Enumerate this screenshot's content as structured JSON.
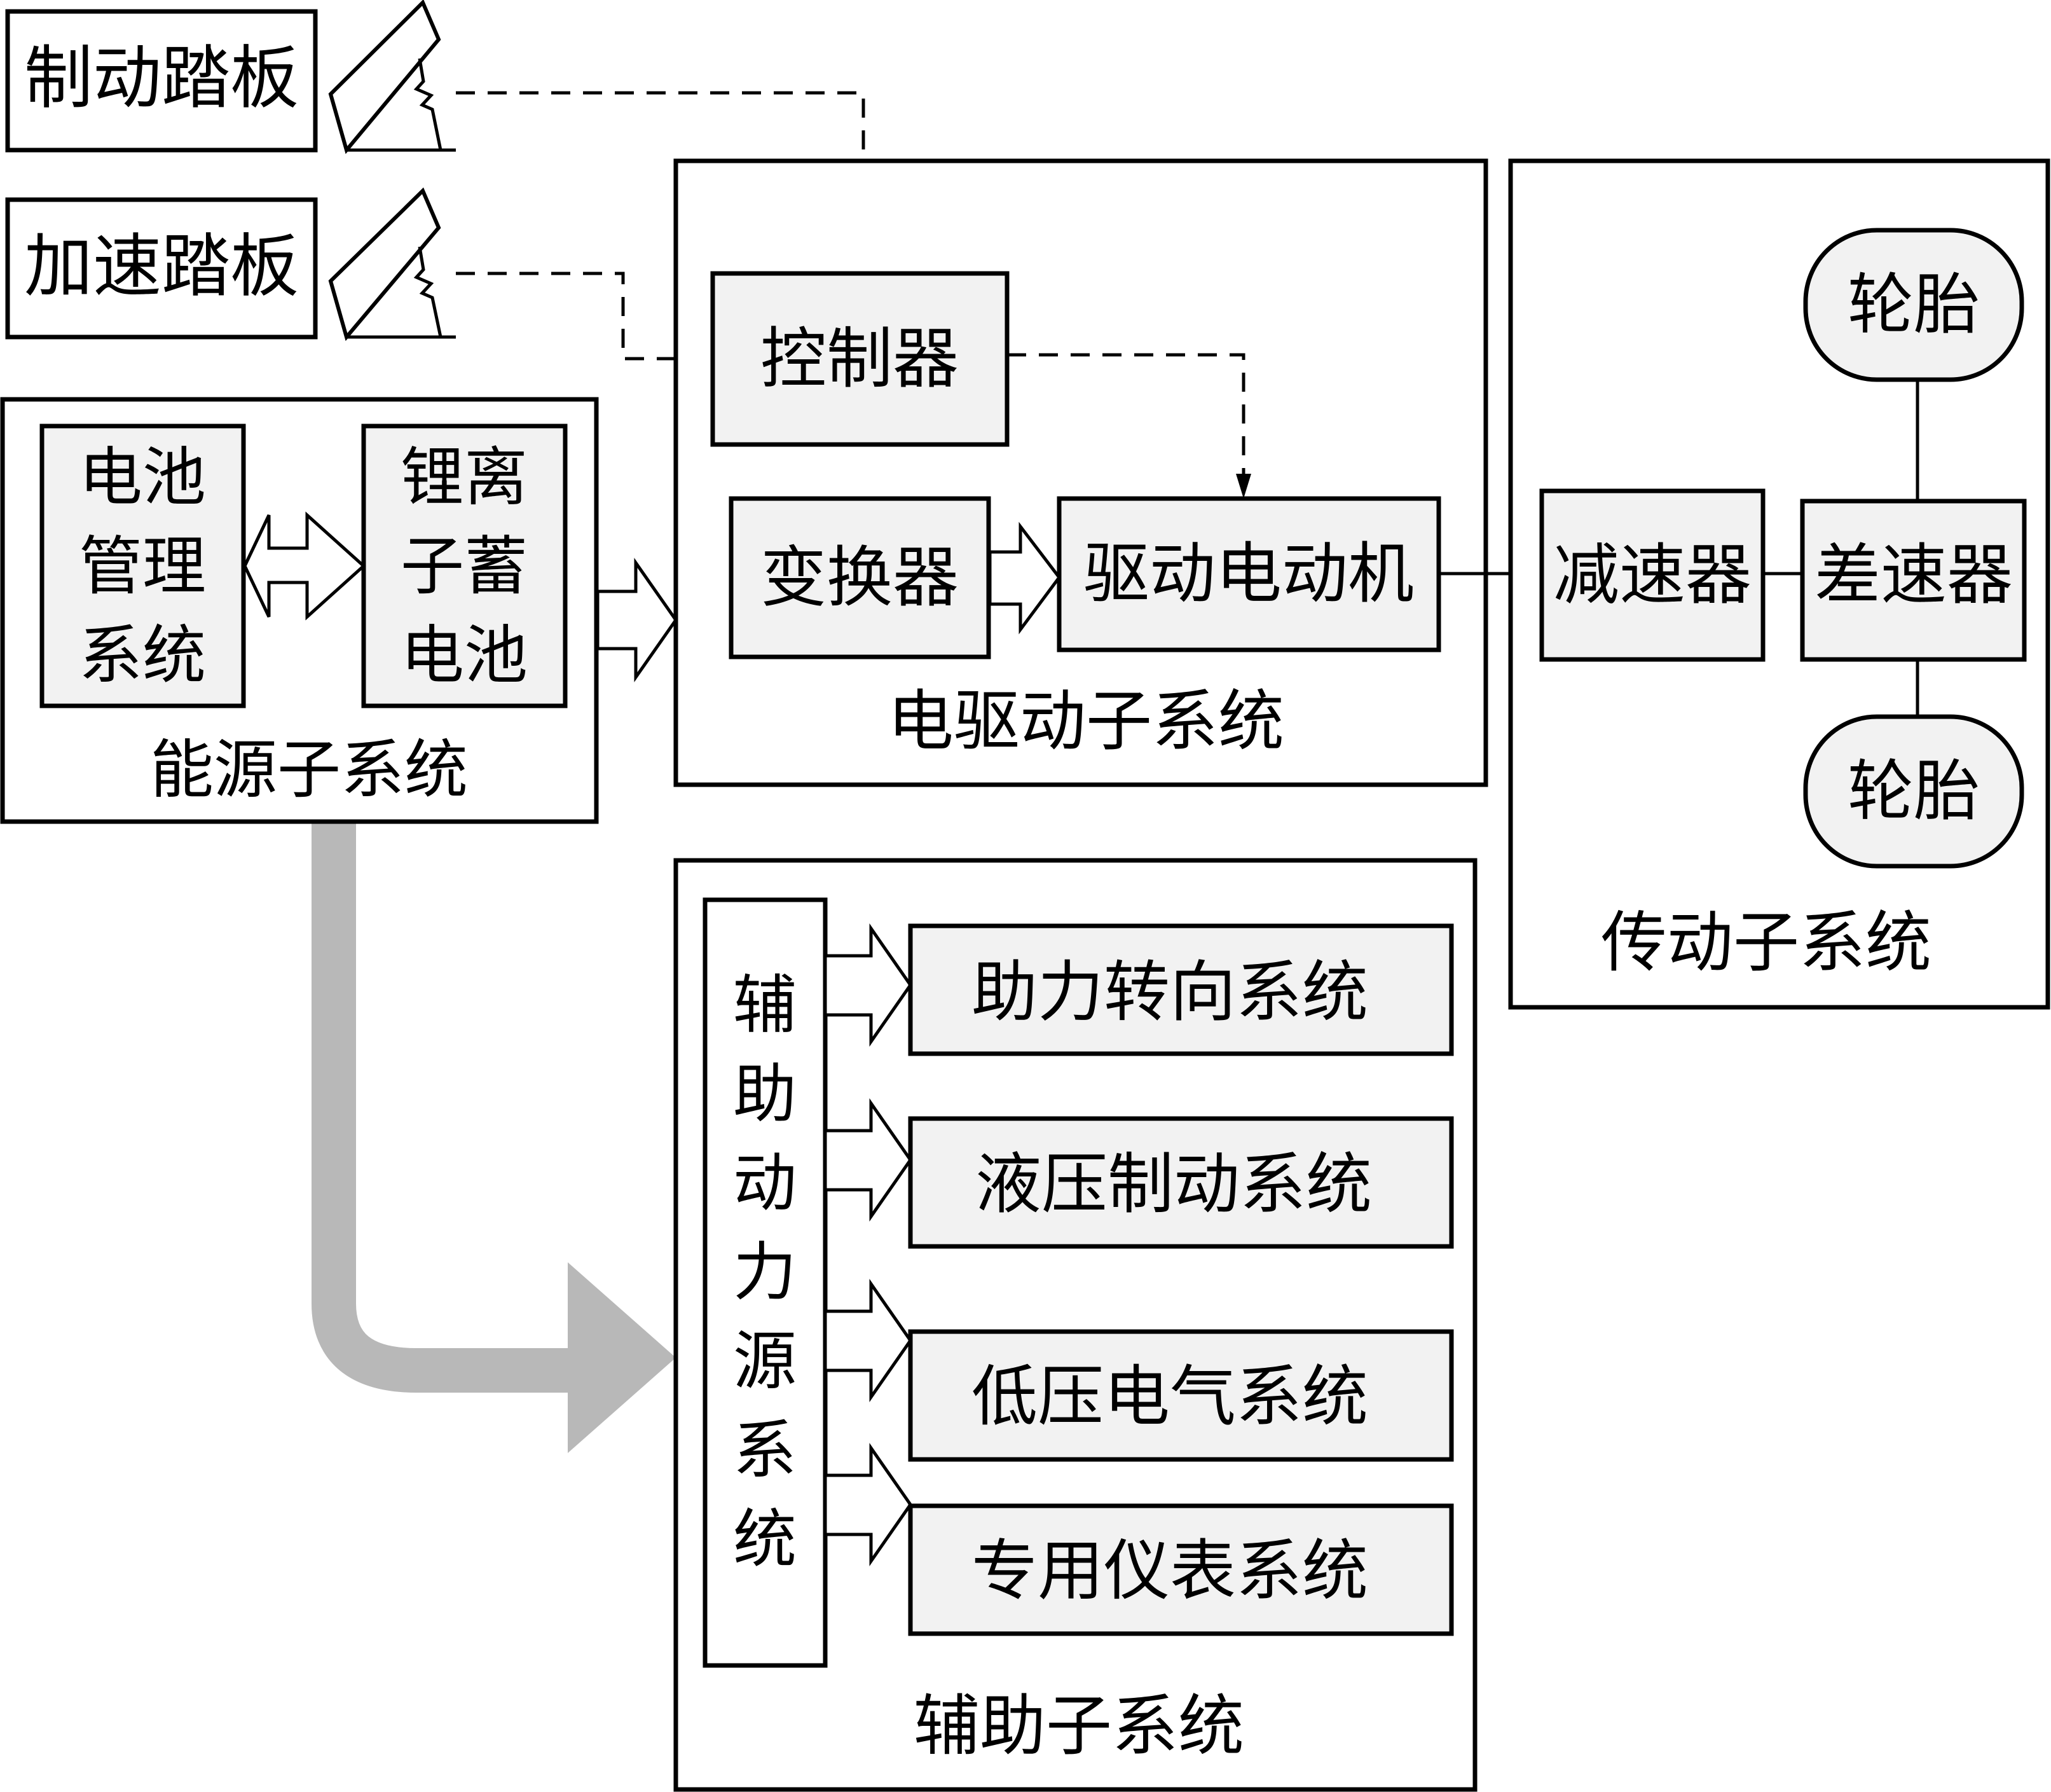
{
  "pedals": {
    "brake": "制动踏板",
    "accelerator": "加速踏板"
  },
  "energy_subsystem": {
    "title": "能源子系统",
    "bms_lines": [
      "电池",
      "管理",
      "系统"
    ],
    "battery_lines": [
      "锂离",
      "子蓄",
      "电池"
    ]
  },
  "drive_subsystem": {
    "title": "电驱动子系统",
    "controller": "控制器",
    "converter": "变换器",
    "motor": "驱动电动机"
  },
  "transmission_subsystem": {
    "title": "传动子系统",
    "reducer": "减速器",
    "differential": "差速器",
    "tire_top": "轮胎",
    "tire_bottom": "轮胎"
  },
  "aux_subsystem": {
    "title": "辅助子系统",
    "power_source_chars": [
      "辅",
      "助",
      "动",
      "力",
      "源",
      "系",
      "统"
    ],
    "systems": [
      "助力转向系统",
      "液压制动系统",
      "低压电气系统",
      "专用仪表系统"
    ]
  },
  "colors": {
    "box_fill": "#f2f2f2",
    "power_arrow": "#b8b8b8",
    "stroke": "#000000"
  }
}
